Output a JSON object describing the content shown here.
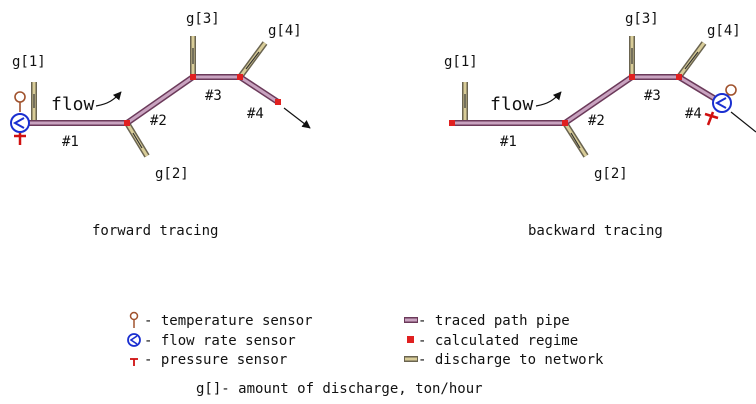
{
  "colors": {
    "pipe_outer": "#6b3a5a",
    "pipe_inner": "#c9a3c0",
    "discharge_outer": "#6a6450",
    "discharge_inner": "#d8cc98",
    "node": "#e02020",
    "flow_sensor": "#1a2fd0",
    "temp_sensor": "#a0522d",
    "pressure_sensor": "#d01010"
  },
  "forward": {
    "caption": "forward tracing",
    "flow_label": "flow",
    "pipes": [
      "#1",
      "#2",
      "#3",
      "#4"
    ],
    "discharges": [
      "g[1]",
      "g[2]",
      "g[3]",
      "g[4]"
    ]
  },
  "backward": {
    "caption": "backward tracing",
    "flow_label": "flow",
    "pipes": [
      "#1",
      "#2",
      "#3",
      "#4"
    ],
    "discharges": [
      "g[1]",
      "g[2]",
      "g[3]",
      "g[4]"
    ]
  },
  "legend": {
    "temperature": "- temperature sensor",
    "flow_rate": "- flow rate sensor",
    "pressure": "- pressure sensor",
    "traced": "- traced path pipe",
    "calculated": "- calculated regime",
    "discharge": "- discharge to network",
    "footer": "g[]- amount of discharge, ton/hour"
  }
}
